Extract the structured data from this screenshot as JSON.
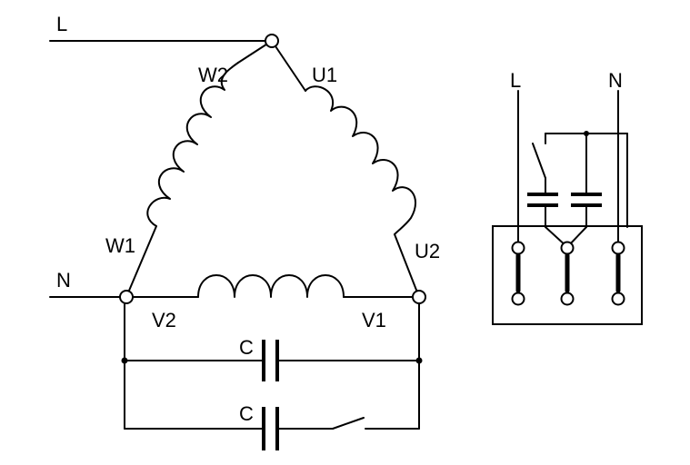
{
  "diagram": {
    "labels": {
      "line": "L",
      "neutral": "N",
      "w2": "W2",
      "u1": "U1",
      "w1": "W1",
      "u2": "U2",
      "v2": "V2",
      "v1": "V1",
      "cap_run": "C",
      "cap_start": "C",
      "box_line": "L",
      "box_neutral": "N"
    },
    "colors": {
      "stroke": "#000000",
      "background": "#ffffff"
    }
  }
}
